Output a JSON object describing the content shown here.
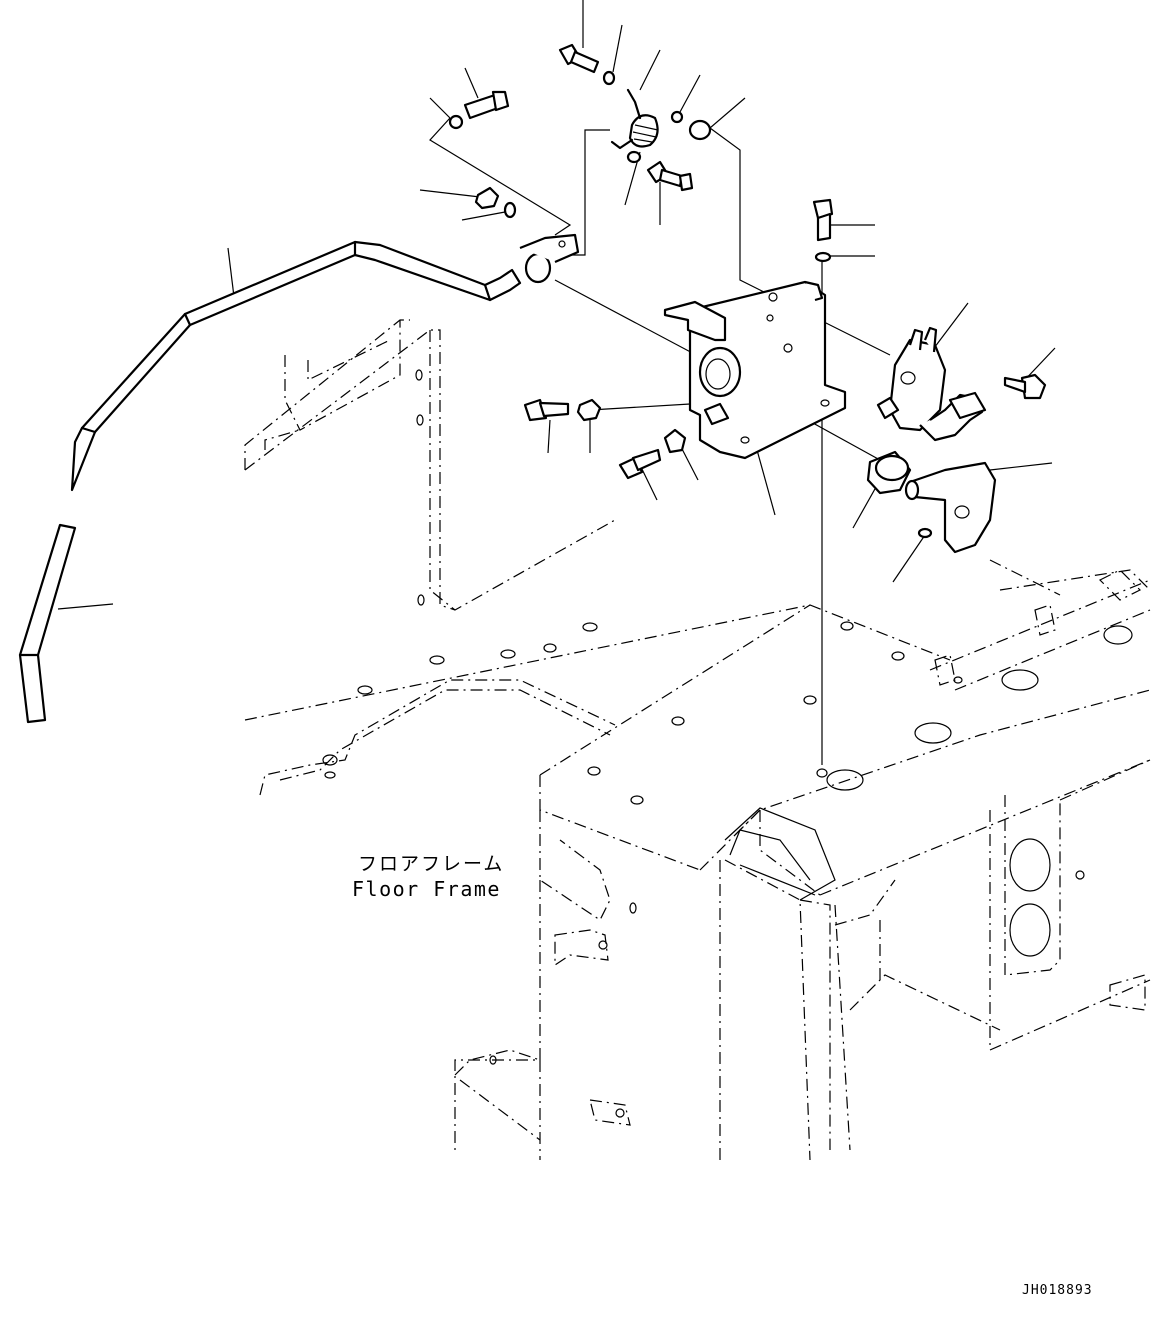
{
  "label": {
    "jp": "フロアフレーム",
    "en": "Floor Frame"
  },
  "drawing_code": "JH018893"
}
